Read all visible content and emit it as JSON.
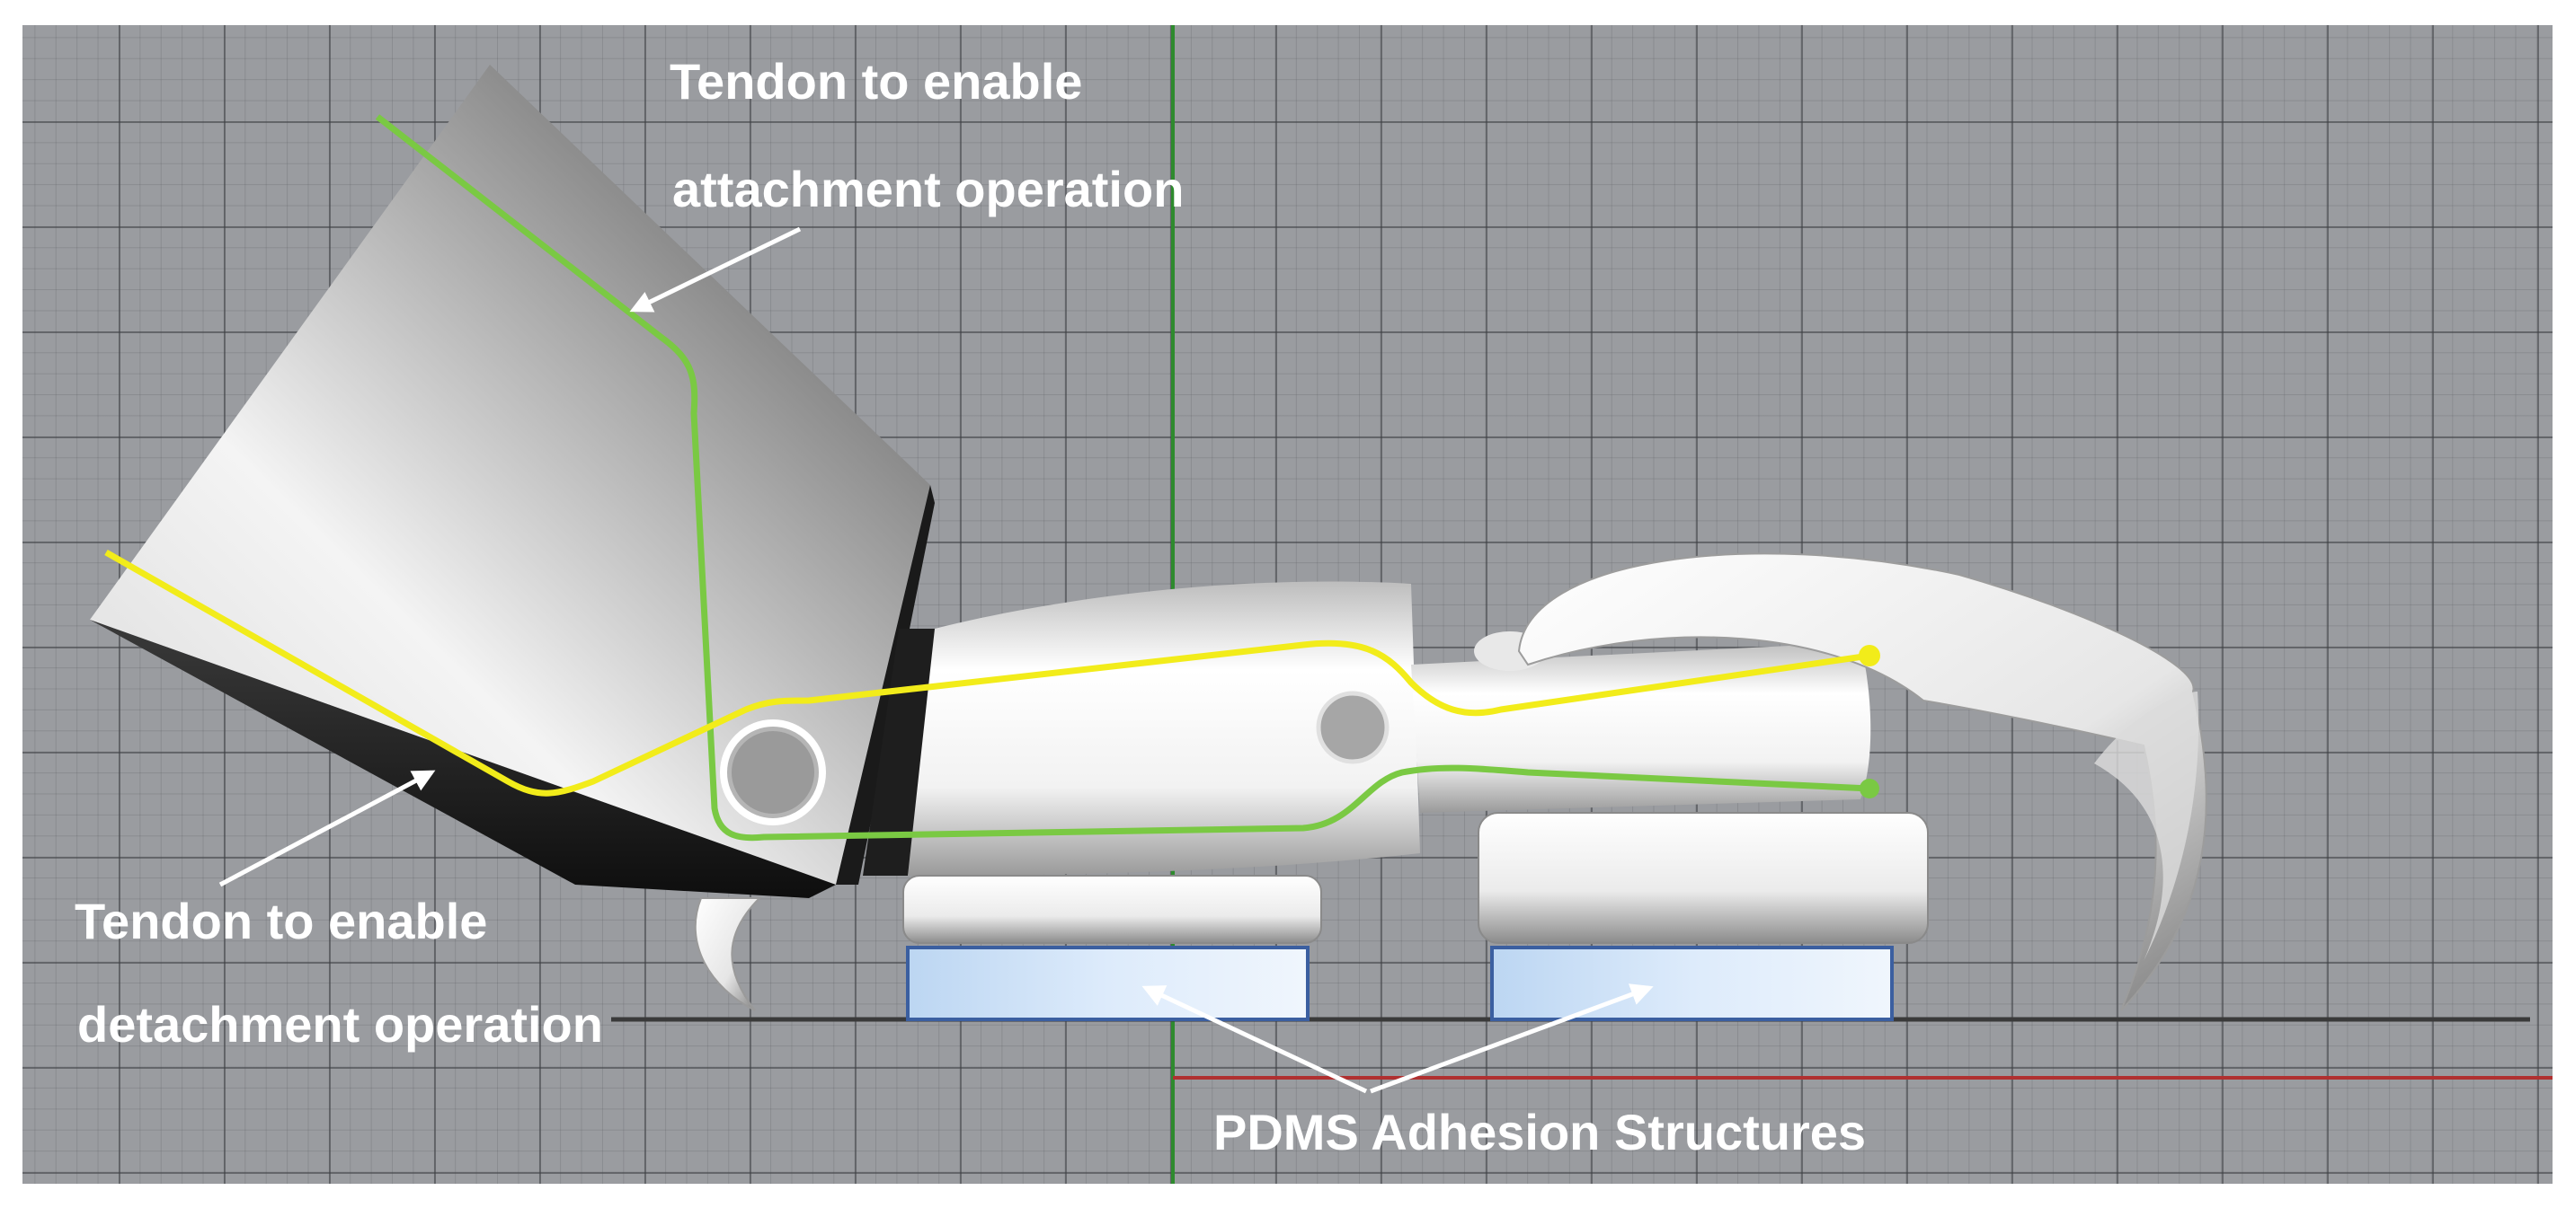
{
  "labels": {
    "attachment_line1": "Tendon to enable",
    "attachment_line2": "attachment operation",
    "detachment_line1": "Tendon to enable",
    "detachment_line2": "detachment operation",
    "pdms": "PDMS Adhesion Structures"
  },
  "colors": {
    "viewport_bg": "#9a9ca0",
    "attachment_tendon": "#7ac943",
    "detachment_tendon": "#f2ec1a",
    "pdms_pad": "#d6e8fb",
    "pdms_border": "#3b5fa0",
    "axis_green": "#2e8b2e",
    "axis_red": "#b03030"
  }
}
